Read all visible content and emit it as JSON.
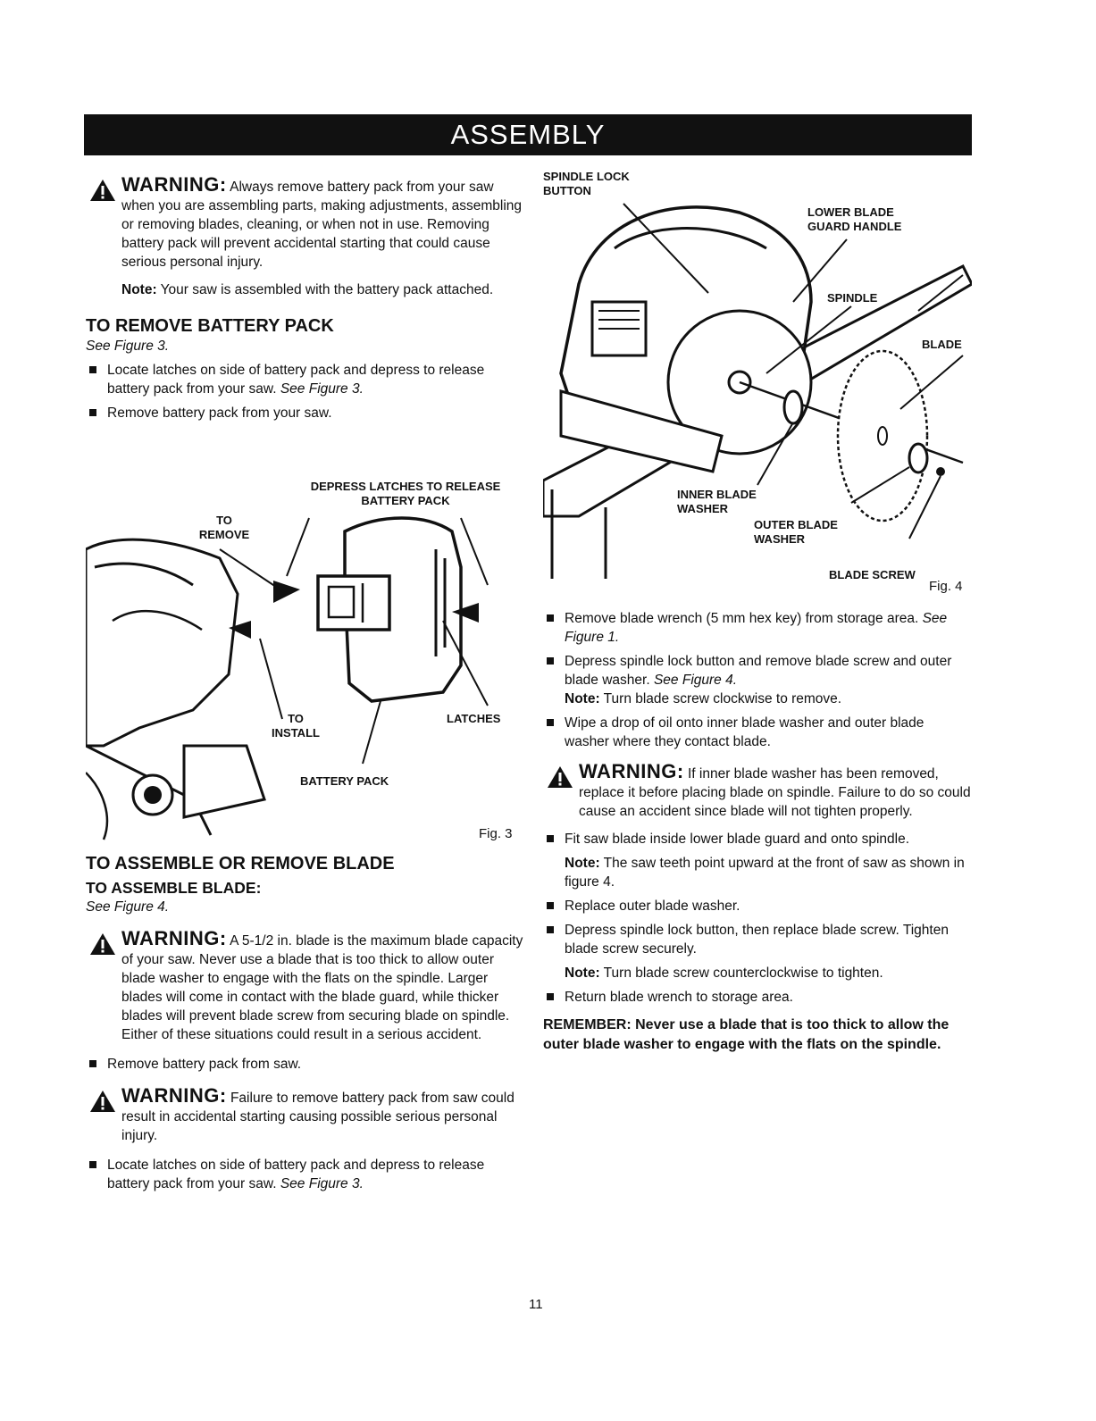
{
  "header": {
    "title": "ASSEMBLY"
  },
  "left": {
    "warning1": {
      "head": "WARNING:",
      "text": "Always remove battery pack from your saw when you are assembling parts, making adjustments, assembling or removing blades, cleaning, or when not in use. Removing battery pack will prevent accidental starting that could cause serious personal injury."
    },
    "note1": {
      "label": "Note:",
      "text": "Your saw is assembled with the battery pack attached."
    },
    "section1": {
      "title": "TO REMOVE BATTERY PACK",
      "see": "See Figure 3.",
      "bullets": [
        {
          "text": "Locate latches on side of battery pack and depress to release battery pack from your saw.",
          "see": "See Figure 3."
        },
        {
          "text": "Remove battery pack from your saw."
        }
      ]
    },
    "figure3": {
      "callouts": {
        "depress": "DEPRESS LATCHES TO RELEASE BATTERY PACK",
        "remove": "TO REMOVE",
        "install": "TO INSTALL",
        "latches": "LATCHES",
        "battery": "BATTERY PACK"
      },
      "label": "Fig. 3"
    },
    "section2": {
      "title": "TO ASSEMBLE OR REMOVE BLADE",
      "subtitle": "TO ASSEMBLE BLADE:",
      "see": "See Figure 4."
    },
    "warning2": {
      "head": "WARNING:",
      "text": "A 5-1/2 in. blade is the maximum blade capacity of your saw. Never use a blade that is too thick to allow outer blade washer to engage with the flats on the spindle. Larger blades will come in contact with the blade guard, while thicker blades will prevent blade screw from securing blade on spindle. Either of these situations could result in a serious accident."
    },
    "bullet_remove": "Remove battery pack from saw.",
    "warning3": {
      "head": "WARNING:",
      "text": "Failure to remove battery pack from saw could result in accidental starting causing possible serious personal injury."
    },
    "bullet_locate": {
      "text": "Locate latches on side of battery pack and depress to release battery pack from your saw.",
      "see": "See Figure 3."
    }
  },
  "figure4": {
    "callouts": {
      "spindle_lock": "SPINDLE LOCK BUTTON",
      "lower_guard": "LOWER BLADE GUARD HANDLE",
      "spindle": "SPINDLE",
      "blade": "BLADE",
      "inner_washer": "INNER BLADE WASHER",
      "outer_washer": "OUTER BLADE WASHER",
      "blade_screw": "BLADE SCREW"
    },
    "label": "Fig. 4"
  },
  "right": {
    "b1": {
      "text": "Remove blade wrench (5 mm hex key) from storage area.",
      "see": "See Figure 1."
    },
    "b2": {
      "text": "Depress spindle lock button and remove blade screw and outer blade washer.",
      "see": "See Figure 4.",
      "note_label": "Note:",
      "note": "Turn blade screw clockwise to remove."
    },
    "b3": {
      "text": "Wipe a drop of oil onto inner blade washer and outer blade washer where they contact blade."
    },
    "warning4": {
      "head": "WARNING:",
      "text": "If inner blade washer has been removed, replace it before placing blade on spindle. Failure to do so could cause an accident since blade will not tighten properly."
    },
    "b4": {
      "text": "Fit saw blade inside lower blade guard and onto spindle.",
      "note_label": "Note:",
      "note": "The saw teeth point upward at the front of saw as shown in figure 4."
    },
    "b5": {
      "text": "Replace outer blade washer."
    },
    "b6": {
      "text": "Depress spindle lock button, then replace blade screw. Tighten blade screw securely.",
      "note_label": "Note:",
      "note": "Turn blade screw counterclockwise to tighten."
    },
    "b7": {
      "text": "Return blade wrench to storage area."
    },
    "remember": "REMEMBER: Never use a blade that is too thick to allow the outer blade washer to engage with the flats on the spindle."
  },
  "footer": {
    "page": "11"
  }
}
